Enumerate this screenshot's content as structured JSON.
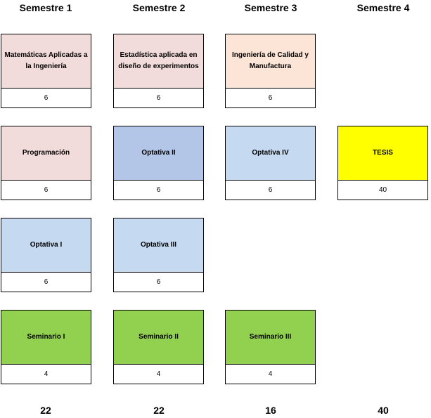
{
  "semesters": [
    {
      "header": "Semestre 1",
      "total": "22",
      "courses": [
        {
          "name": "Matemáticas Aplicadas a la Ingeniería",
          "credits": "6",
          "color": "#f2dcdb"
        },
        {
          "name": "Programación",
          "credits": "6",
          "color": "#f2dcdb"
        },
        {
          "name": "Optativa I",
          "credits": "6",
          "color": "#c5d9f1"
        },
        {
          "name": "Seminario I",
          "credits": "4",
          "color": "#92d050"
        }
      ]
    },
    {
      "header": "Semestre 2",
      "total": "22",
      "courses": [
        {
          "name": "Estadística aplicada en diseño de experimentos",
          "credits": "6",
          "color": "#f2dcdb"
        },
        {
          "name": "Optativa II",
          "credits": "6",
          "color": "#b4c6e7"
        },
        {
          "name": "Optativa III",
          "credits": "6",
          "color": "#c5d9f1"
        },
        {
          "name": "Seminario II",
          "credits": "4",
          "color": "#92d050"
        }
      ]
    },
    {
      "header": "Semestre 3",
      "total": "16",
      "courses": [
        {
          "name": "Ingeniería de Calidad y Manufactura",
          "credits": "6",
          "color": "#fce4d6"
        },
        {
          "name": "Optativa IV",
          "credits": "6",
          "color": "#c5d9f1"
        },
        {
          "name": "Seminario III",
          "credits": "4",
          "color": "#92d050"
        }
      ]
    },
    {
      "header": "Semestre 4",
      "total": "40",
      "courses": [
        {
          "name": "TESIS",
          "credits": "40",
          "color": "#ffff00"
        }
      ]
    }
  ]
}
